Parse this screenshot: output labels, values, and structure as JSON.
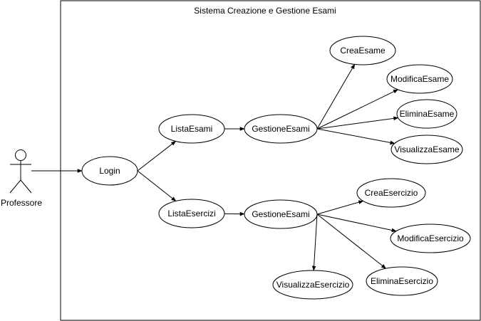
{
  "system": {
    "title": "Sistema Creazione e Gestione Esami"
  },
  "actor": {
    "label": "Professore"
  },
  "use_cases": {
    "login": "Login",
    "lista_esami": "ListaEsami",
    "lista_esercizi": "ListaEsercizi",
    "gestione_esami_top": "GestioneEsami",
    "gestione_esami_bottom": "GestioneEsami",
    "crea_esame": "CreaEsame",
    "modifica_esame": "ModificaEsame",
    "elimina_esame": "EliminaEsame",
    "visualizza_esame": "VisualizzaEsame",
    "crea_esercizio": "CreaEsercizio",
    "modifica_esercizio": "ModificaEsercizio",
    "elimina_esercizio": "EliminaEsercizio",
    "visualizza_esercizio": "VisualizzaEsercizio"
  },
  "edges": [
    [
      "actor",
      "login"
    ],
    [
      "login",
      "lista_esami"
    ],
    [
      "login",
      "lista_esercizi"
    ],
    [
      "lista_esami",
      "gestione_esami_top"
    ],
    [
      "lista_esercizi",
      "gestione_esami_bottom"
    ],
    [
      "gestione_esami_top",
      "crea_esame"
    ],
    [
      "gestione_esami_top",
      "modifica_esame"
    ],
    [
      "gestione_esami_top",
      "elimina_esame"
    ],
    [
      "gestione_esami_top",
      "visualizza_esame"
    ],
    [
      "gestione_esami_bottom",
      "crea_esercizio"
    ],
    [
      "gestione_esami_bottom",
      "modifica_esercizio"
    ],
    [
      "gestione_esami_bottom",
      "elimina_esercizio"
    ],
    [
      "gestione_esami_bottom",
      "visualizza_esercizio"
    ]
  ]
}
